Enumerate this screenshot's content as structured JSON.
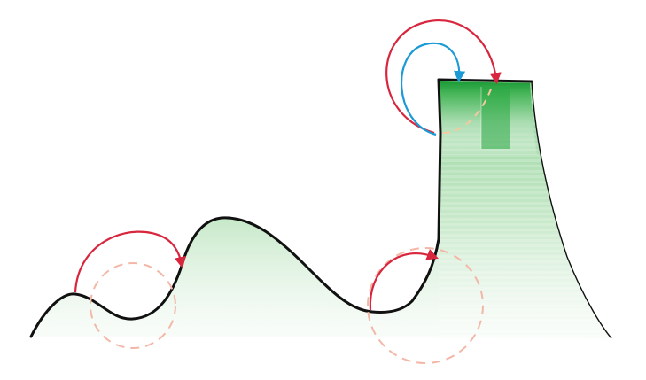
{
  "colors": {
    "background": "#ffffff",
    "terrain_outline": "#111111",
    "terrain_fill_light": "#cfe9cf",
    "terrain_fill_mid": "#8fd19a",
    "terrain_fill_dark": "#1f9d3a",
    "jump_arrow": "#d7263d",
    "small_loop_arrow": "#1b9ad6",
    "dashed_circle": "#f3b7a8",
    "dashed_curve": "#f5c9a0"
  },
  "arrows": [
    {
      "name": "jump-arrow-left-hill",
      "color_key": "jump_arrow"
    },
    {
      "name": "jump-arrow-valley",
      "color_key": "jump_arrow"
    },
    {
      "name": "jump-arrow-cliff-outer",
      "color_key": "jump_arrow"
    },
    {
      "name": "jump-arrow-cliff-inner",
      "color_key": "small_loop_arrow"
    }
  ]
}
